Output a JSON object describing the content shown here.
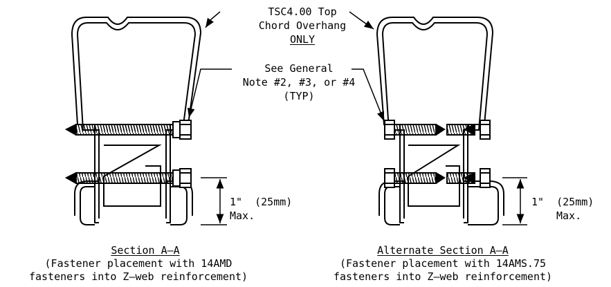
{
  "callouts": {
    "top_chord_line1": "TSC4.00 Top",
    "top_chord_line2": "Chord Overhang",
    "top_chord_line3": "ONLY",
    "note_line1": "See General",
    "note_line2": "Note #2, #3, or #4",
    "note_line3": "(TYP)"
  },
  "dimensions": {
    "left_line1": "1\"  (25mm)",
    "left_line2": "Max.",
    "right_line1": "1\"  (25mm)",
    "right_line2": "Max."
  },
  "sections": {
    "left": {
      "title": "Section A—A",
      "line2": "(Fastener placement with 14AMD",
      "line3": "fasteners into Z—web reinforcement)"
    },
    "right": {
      "title": "Alternate Section A—A",
      "line2": "(Fastener placement with 14AMS.75",
      "line3": "fasteners into Z—web reinforcement)"
    }
  }
}
